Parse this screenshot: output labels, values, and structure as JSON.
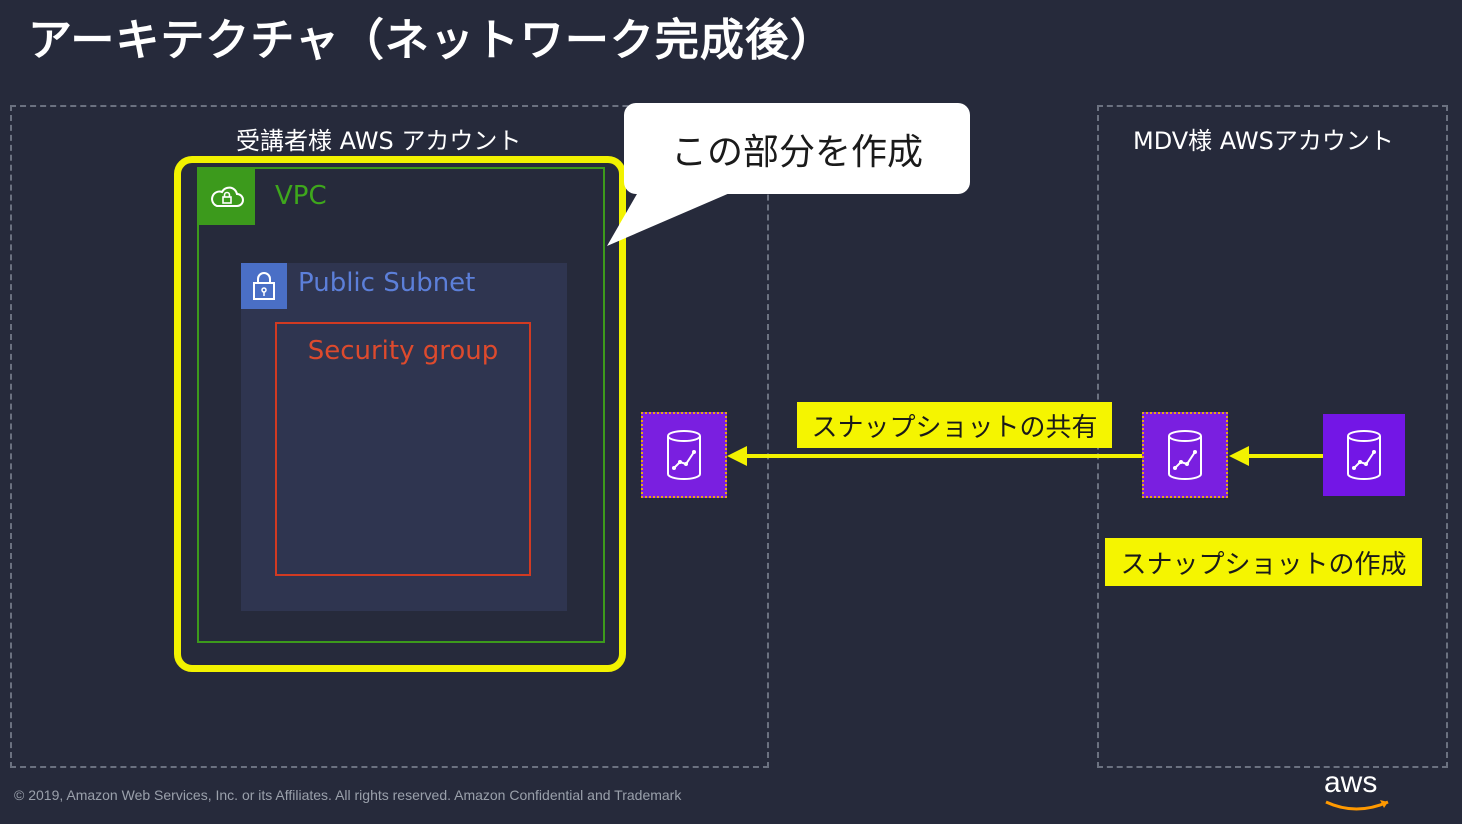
{
  "title": "アーキテクチャ（ネットワーク完成後）",
  "accounts": {
    "left_label": "受講者様 AWS アカウント",
    "right_label": "MDV様 AWSアカウント"
  },
  "callout": "この部分を作成",
  "vpc": {
    "label": "VPC",
    "icon": "vpc-cloud-lock-icon"
  },
  "subnet": {
    "label": "Public Subnet",
    "icon": "padlock-icon"
  },
  "security_group": {
    "label": "Security group"
  },
  "labels": {
    "share": "スナップショットの共有",
    "create": "スナップショットの作成"
  },
  "icons": {
    "db": "rds-database-icon",
    "aws": "aws-logo"
  },
  "logo_text": "aws",
  "footer": "© 2019, Amazon Web Services, Inc. or its Affiliates. All rights reserved. Amazon Confidential and Trademark",
  "colors": {
    "background": "#262a3b",
    "highlight": "#f2f200",
    "vpc": "#3c9a1c",
    "subnet": "#4a6fc6",
    "security_group": "#d13a22",
    "database": "#7a1fe0",
    "label_bg": "#f5f500"
  }
}
